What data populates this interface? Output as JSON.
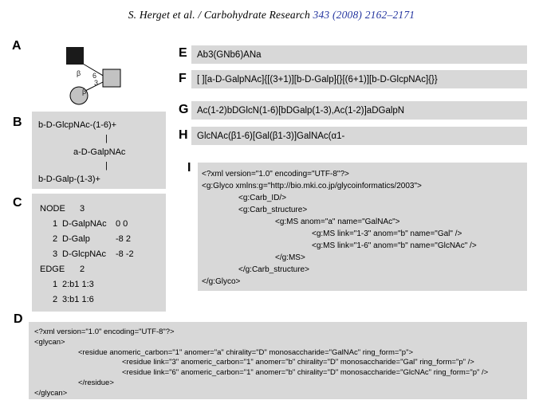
{
  "header": {
    "citation_prefix": "S. Herget et al. / Carbohydrate Research ",
    "citation_volume": "343 (2008) 2162–2171"
  },
  "colors": {
    "box_bg": "#d8d8d8",
    "link_blue": "#2637a0",
    "symbol_gray": "#c2c2c2",
    "symbol_black": "#1a1a1a"
  },
  "panel_a": {
    "label": "A",
    "link1_anomer": "β",
    "link1_position": "6",
    "link2_anomer": "β",
    "link2_position": "3"
  },
  "panel_b": {
    "label": "B",
    "lines": [
      "b-D-GlcpNAc-(1-6)+",
      "|",
      "a-D-GalpNAc",
      "|",
      "b-D-Galp-(1-3)+"
    ]
  },
  "panel_c": {
    "label": "C",
    "node_keyword": "NODE",
    "node_count": "3",
    "nodes": [
      {
        "index": "1",
        "residue": "D-GalpNAc",
        "coords": "0 0"
      },
      {
        "index": "2",
        "residue": "D-Galp",
        "coords": "-8 2"
      },
      {
        "index": "3",
        "residue": "D-GlcpNAc",
        "coords": "-8 -2"
      }
    ],
    "edge_keyword": "EDGE",
    "edge_count": "2",
    "edges": [
      {
        "index": "1",
        "definition": "2:b1 1:3"
      },
      {
        "index": "2",
        "definition": "3:b1 1:6"
      }
    ]
  },
  "panel_d": {
    "label": "D",
    "lines": [
      "<?xml version=\"1.0\" encoding=\"UTF-8\"?>",
      "<glycan>",
      "<residue anomeric_carbon=\"1\" anomer=\"a\" chirality=\"D\" monosaccharide=\"GalNAc\" ring_form=\"p\">",
      "<residue link=\"3\" anomeric_carbon=\"1\" anomer=\"b\" chirality=\"D\" monosaccharide=\"Gal\" ring_form=\"p\" />",
      "<residue link=\"6\" anomeric_carbon=\"1\" anomer=\"b\" chirality=\"D\" monosaccharide=\"GlcNAc\" ring_form=\"p\" />",
      "</residue>",
      "</glycan>"
    ]
  },
  "panel_e": {
    "label": "E",
    "text": "Ab3(GNb6)ANa"
  },
  "panel_f": {
    "label": "F",
    "text": "[ ][a-D-GalpNAc]{[(3+1)][b-D-Galp]{}[(6+1)][b-D-GlcpNAc]{}}"
  },
  "panel_g": {
    "label": "G",
    "text": "Ac(1-2)bDGlcN(1-6)[bDGalp(1-3),Ac(1-2)]aDGalpN"
  },
  "panel_h": {
    "label": "H",
    "text": "GlcNAc(β1-6)[Gal(β1-3)]GalNAc(α1-"
  },
  "panel_i": {
    "label": "I",
    "lines": [
      "<?xml version=\"1.0\" encoding=\"UTF-8\"?>",
      "<g:Glyco xmlns:g=\"http://bio.mki.co.jp/glycoinformatics/2003\">",
      "<g:Carb_ID/>",
      "<g:Carb_structure>",
      "<g:MS anom=\"a\" name=\"GalNAc\">",
      "<g:MS link=\"1-3\" anom=\"b\" name=\"Gal\" />",
      "<g:MS link=\"1-6\" anom=\"b\" name=\"GlcNAc\" />",
      "</g:MS>",
      "</g:Carb_structure>",
      "</g:Glyco>"
    ]
  }
}
